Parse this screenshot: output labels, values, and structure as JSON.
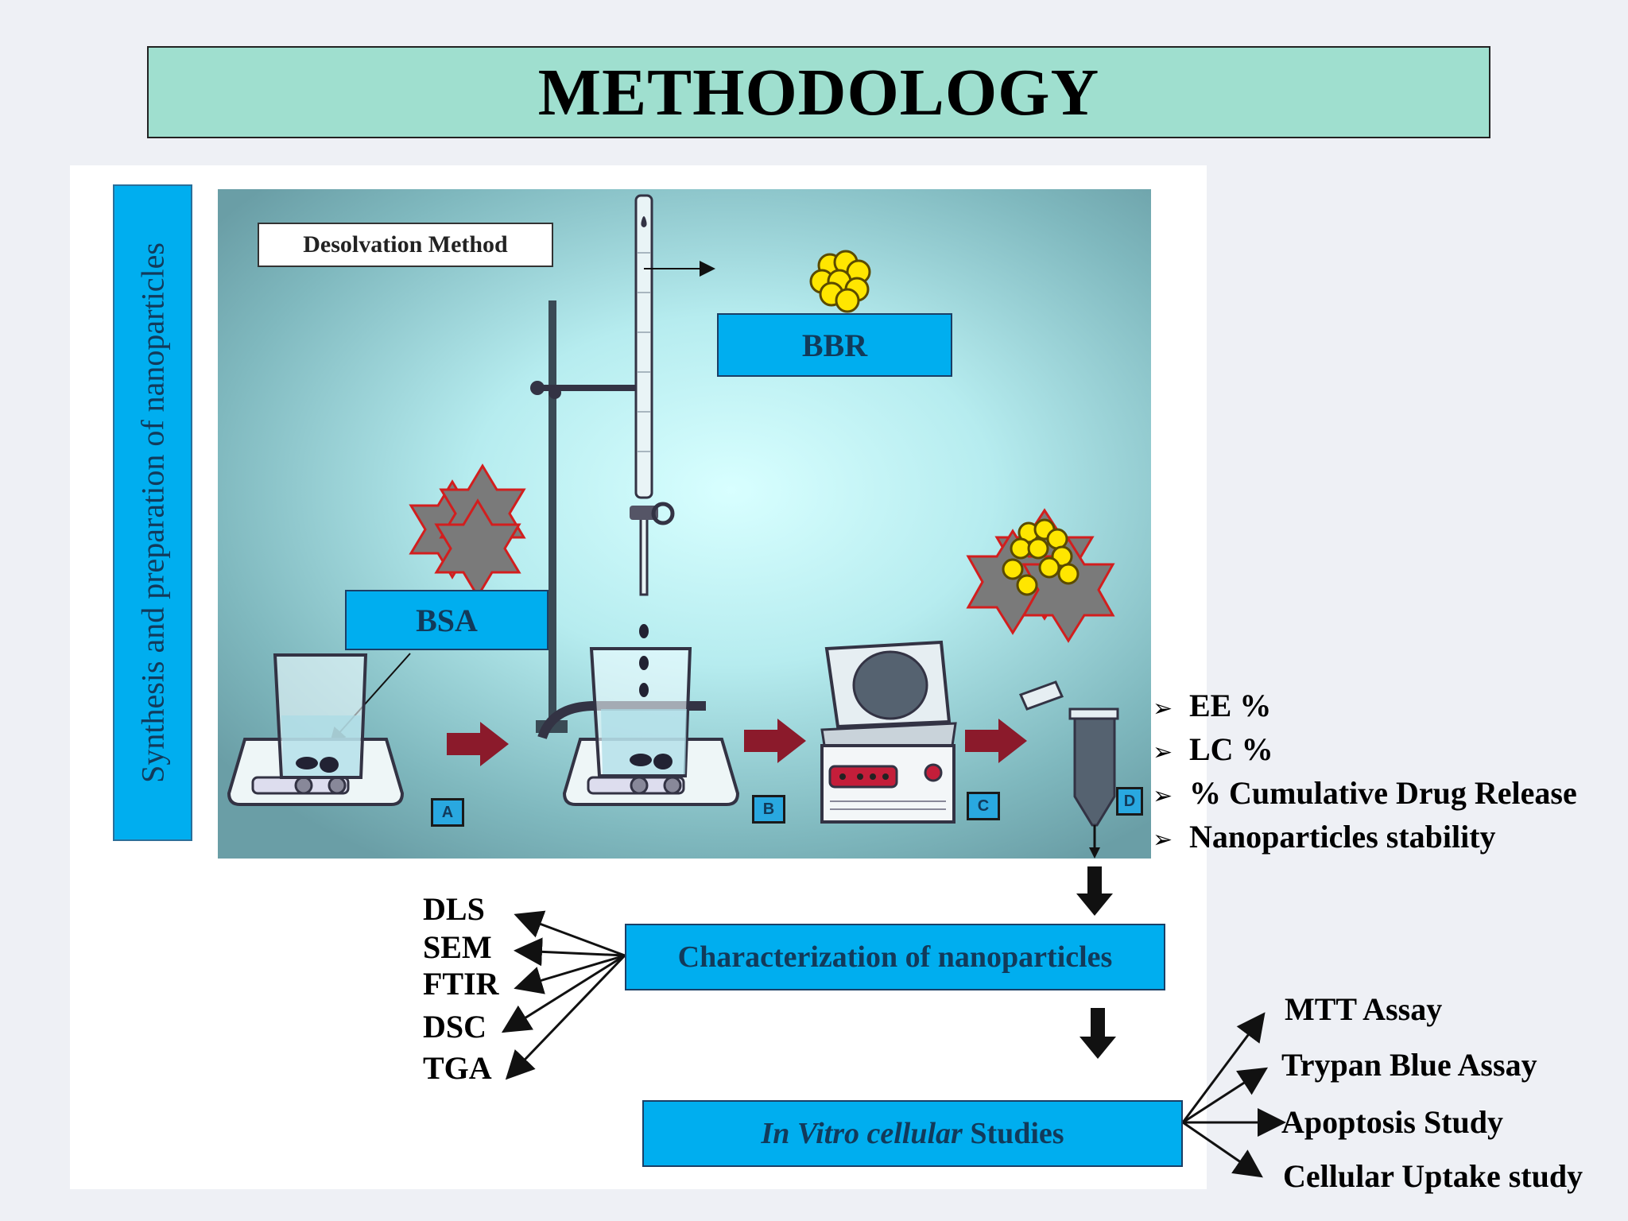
{
  "title": "METHODOLOGY",
  "side_label": "Synthesis and preparation of nanoparticles",
  "scene": {
    "method_label": "Desolvation Method",
    "bbr_label": "BBR",
    "bsa_label": "BSA",
    "steps": [
      "A",
      "B",
      "C",
      "D"
    ]
  },
  "metrics": [
    "EE %",
    "LC %",
    "% Cumulative Drug Release",
    "Nanoparticles stability"
  ],
  "characterization": {
    "label": "Characterization of nanoparticles",
    "techniques": [
      "DLS",
      "SEM",
      "FTIR",
      "DSC",
      "TGA"
    ]
  },
  "invitro": {
    "label_italic": "In Vitro cellular",
    "label_rest": " Studies",
    "assays": [
      "MTT Assay",
      "Trypan Blue Assay",
      "Apoptosis Study",
      "Cellular Uptake study"
    ]
  },
  "colors": {
    "title_bg": "#9fdfcf",
    "box_blue": "#00aeef",
    "arrow_red": "#8b1a2b",
    "bbr_yellow": "#ffe600",
    "bsa_gray": "#7a7a7a"
  }
}
